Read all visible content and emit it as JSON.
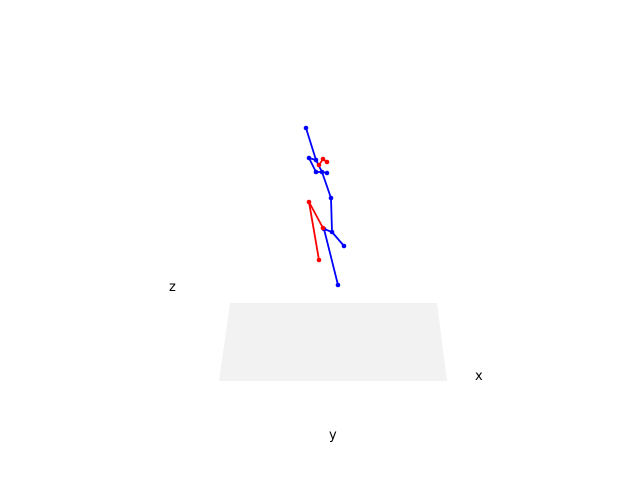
{
  "chart_data": {
    "type": "scatter",
    "title": "",
    "axes": {
      "xlabel": "x",
      "ylabel": "y",
      "zlabel": "z"
    },
    "ground_plane_color": "#f2f2f2",
    "series": [
      {
        "color": "#0000ff",
        "points": [
          [
            306,
            128
          ],
          [
            316,
            160
          ],
          [
            322,
            172
          ],
          [
            327,
            173
          ],
          [
            331,
            198
          ],
          [
            332,
            232
          ],
          [
            344,
            246
          ],
          [
            324,
            229
          ],
          [
            338,
            285
          ],
          [
            309,
            158
          ],
          [
            316,
            172
          ]
        ],
        "segments": [
          [
            0,
            1
          ],
          [
            1,
            2
          ],
          [
            2,
            3
          ],
          [
            2,
            4
          ],
          [
            4,
            5
          ],
          [
            5,
            6
          ],
          [
            5,
            7
          ],
          [
            7,
            8
          ],
          [
            1,
            9
          ],
          [
            9,
            10
          ],
          [
            10,
            2
          ]
        ]
      },
      {
        "color": "#ff0000",
        "points": [
          [
            319,
            165
          ],
          [
            323,
            159
          ],
          [
            327,
            162
          ],
          [
            309,
            202
          ],
          [
            319,
            260
          ],
          [
            323,
            228
          ]
        ],
        "segments": [
          [
            0,
            1
          ],
          [
            1,
            2
          ],
          [
            3,
            4
          ],
          [
            3,
            5
          ]
        ]
      }
    ]
  }
}
